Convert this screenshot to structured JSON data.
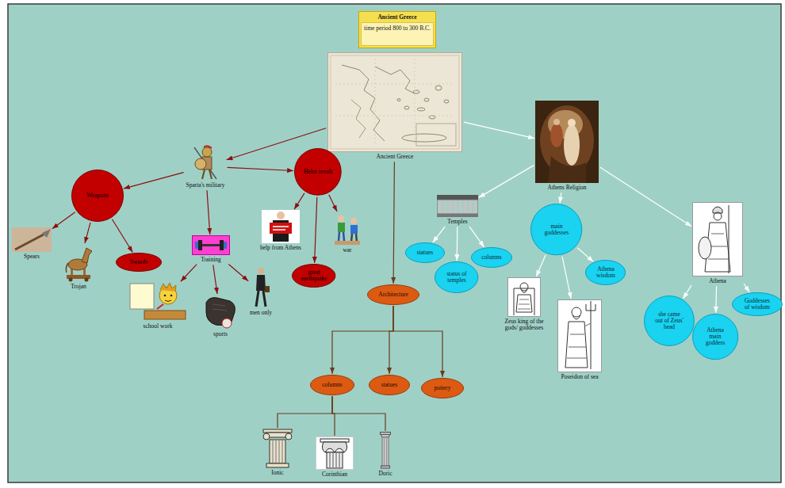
{
  "diagram": {
    "nodes": [
      {
        "text": [
          "Ancient Greece",
          "time period 800 to 300 B.C."
        ]
      },
      {
        "text": [
          "Ancient Greece"
        ]
      },
      {
        "text": [
          "Sparta's military"
        ]
      },
      {
        "text": [
          "Weapons"
        ]
      },
      {
        "text": [
          "Spears"
        ]
      },
      {
        "text": [
          "Trojan"
        ]
      },
      {
        "text": [
          "Swords"
        ]
      },
      {
        "text": [
          "Helot revolt"
        ]
      },
      {
        "text": [
          "help from Athens"
        ]
      },
      {
        "text": [
          "great earthquake"
        ]
      },
      {
        "text": [
          "war"
        ]
      },
      {
        "text": [
          "Training"
        ]
      },
      {
        "text": [
          "school work"
        ]
      },
      {
        "text": [
          "sports"
        ]
      },
      {
        "text": [
          "men only"
        ]
      },
      {
        "text": [
          "Architecture"
        ]
      },
      {
        "text": [
          "columns"
        ]
      },
      {
        "text": [
          "statues"
        ]
      },
      {
        "text": [
          "pottery"
        ]
      },
      {
        "text": [
          "Ionic"
        ]
      },
      {
        "text": [
          "Corinthian"
        ]
      },
      {
        "text": [
          "Doric"
        ]
      },
      {
        "text": [
          "Athens Religion"
        ]
      },
      {
        "text": [
          "Temples"
        ]
      },
      {
        "text": [
          "statues"
        ]
      },
      {
        "text": [
          "status of temples"
        ]
      },
      {
        "text": [
          "columns"
        ]
      },
      {
        "text": [
          "main goddesses"
        ]
      },
      {
        "text": [
          "Zeus king of the gods/ goddesses"
        ]
      },
      {
        "text": [
          "Athena wisdom"
        ]
      },
      {
        "text": [
          "Poseidon of sea"
        ]
      },
      {
        "text": [
          "Athena"
        ]
      },
      {
        "text": [
          "she came out of Zeus' head"
        ]
      },
      {
        "text": [
          "Athena main goddess"
        ]
      },
      {
        "text": [
          "Goddesses of wisdom"
        ]
      }
    ],
    "edges": [
      {
        "from": 1,
        "to": 2,
        "arrow": "to"
      },
      {
        "from": 1,
        "to": 15,
        "arrow": "to"
      },
      {
        "from": 1,
        "to": 22,
        "arrow": "to"
      },
      {
        "from": 2,
        "to": 3,
        "arrow": "to"
      },
      {
        "from": 2,
        "to": 7,
        "arrow": "to"
      },
      {
        "from": 2,
        "to": 11,
        "arrow": "to"
      },
      {
        "from": 3,
        "to": 4,
        "arrow": "to"
      },
      {
        "from": 3,
        "to": 5,
        "arrow": "to"
      },
      {
        "from": 3,
        "to": 6,
        "arrow": "to"
      },
      {
        "from": 7,
        "to": 8,
        "arrow": "to"
      },
      {
        "from": 7,
        "to": 9,
        "arrow": "to"
      },
      {
        "from": 7,
        "to": 10,
        "arrow": "to"
      },
      {
        "from": 11,
        "to": 12,
        "arrow": "to"
      },
      {
        "from": 11,
        "to": 13,
        "arrow": "to"
      },
      {
        "from": 11,
        "to": 14,
        "arrow": "to"
      },
      {
        "from": 15,
        "to": 16,
        "arrow": "to"
      },
      {
        "from": 15,
        "to": 17,
        "arrow": "to"
      },
      {
        "from": 15,
        "to": 18,
        "arrow": "to"
      },
      {
        "from": 16,
        "to": 19,
        "arrow": "none"
      },
      {
        "from": 16,
        "to": 20,
        "arrow": "none"
      },
      {
        "from": 16,
        "to": 21,
        "arrow": "none"
      },
      {
        "from": 22,
        "to": 23,
        "arrow": "to"
      },
      {
        "from": 22,
        "to": 27,
        "arrow": "to"
      },
      {
        "from": 22,
        "to": 31,
        "arrow": "to"
      },
      {
        "from": 23,
        "to": 24,
        "arrow": "to"
      },
      {
        "from": 23,
        "to": 25,
        "arrow": "to"
      },
      {
        "from": 23,
        "to": 26,
        "arrow": "to"
      },
      {
        "from": 27,
        "to": 28,
        "arrow": "to"
      },
      {
        "from": 27,
        "to": 29,
        "arrow": "to"
      },
      {
        "from": 27,
        "to": 30,
        "arrow": "to"
      },
      {
        "from": 31,
        "to": 32,
        "arrow": "to"
      },
      {
        "from": 31,
        "to": 33,
        "arrow": "to"
      },
      {
        "from": 31,
        "to": 34,
        "arrow": "to"
      }
    ]
  }
}
